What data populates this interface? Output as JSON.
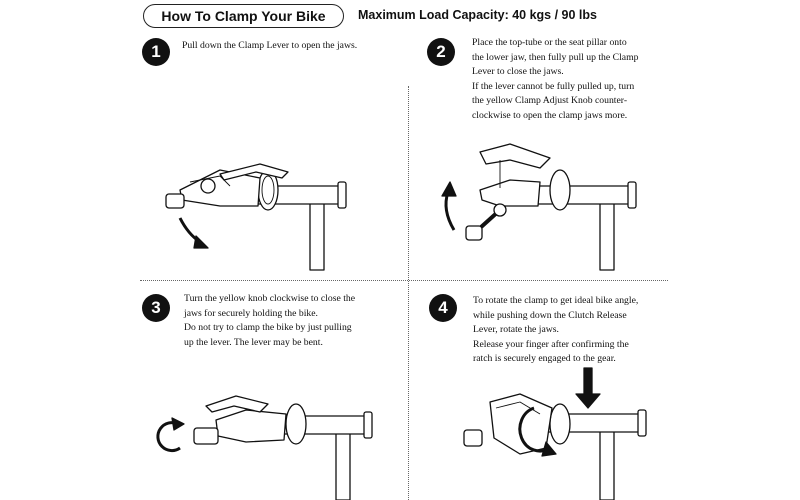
{
  "header": {
    "title": "How To Clamp Your Bike",
    "capacity": "Maximum Load Capacity: 40 kgs / 90 lbs"
  },
  "steps": [
    {
      "number": "1",
      "lines": [
        "Pull down the Clamp Lever to open the jaws."
      ]
    },
    {
      "number": "2",
      "lines": [
        "Place the top-tube or the seat pillar onto",
        "the lower jaw, then fully pull up the Clamp",
        "Lever to close the jaws.",
        "If the lever cannot be fully pulled up, turn",
        "the yellow Clamp Adjust Knob counter-",
        "clockwise to open the clamp jaws more."
      ]
    },
    {
      "number": "3",
      "lines": [
        "Turn the yellow knob clockwise to close the",
        "jaws for securely holding the bike.",
        "Do not try to clamp the bike by just pulling",
        "up the lever. The lever may be bent."
      ]
    },
    {
      "number": "4",
      "lines": [
        "To rotate the clamp to get ideal bike angle,",
        "while pushing down the Clutch Release",
        "Lever, rotate the jaws.",
        "Release your finger after confirming the",
        "ratch is securely engaged to the gear."
      ]
    }
  ]
}
